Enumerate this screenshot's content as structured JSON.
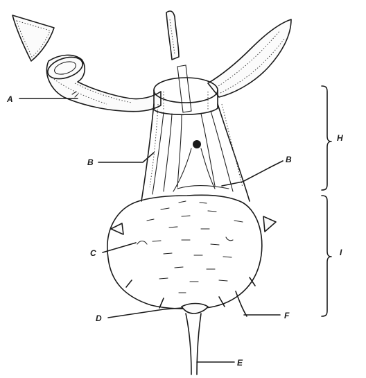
{
  "labels": {
    "A": "A",
    "B_left": "B",
    "B_right": "B",
    "C": "C",
    "D": "D",
    "E": "E",
    "F": "F",
    "H": "H",
    "I": "I"
  }
}
